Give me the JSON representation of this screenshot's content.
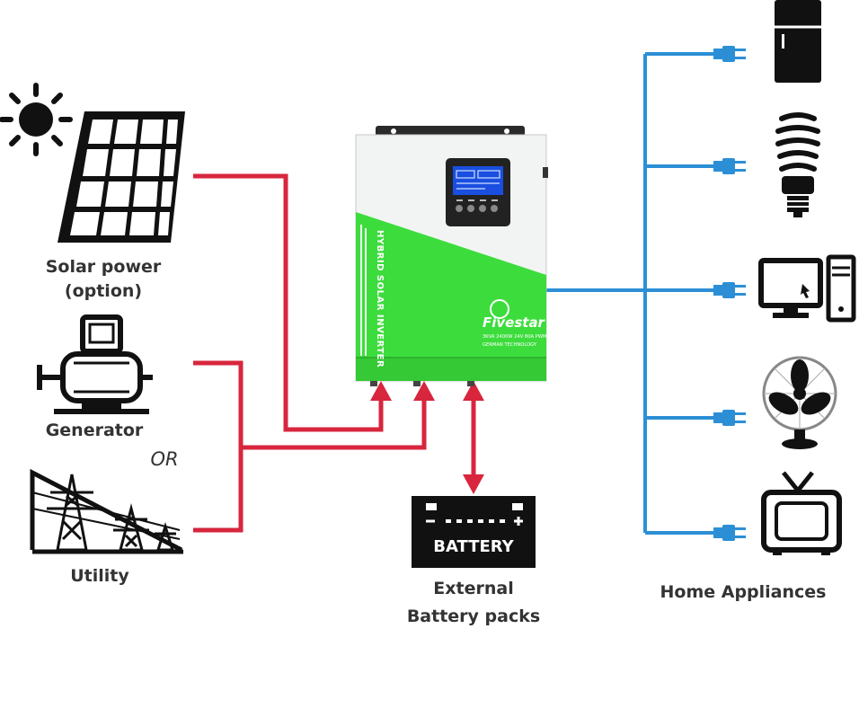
{
  "sources": {
    "solar_label_line1": "Solar power",
    "solar_label_line2": "(option)",
    "generator_label": "Generator",
    "or_label": "OR",
    "utility_label": "Utility"
  },
  "inverter": {
    "side_text": "HYBRID SOLAR INVERTER",
    "brand": "Fivestar",
    "spec_text": "3KVA 2400W 24V 80A PWM",
    "tagline": "GERMAN TECHNOLOGY",
    "colors": {
      "green": "#3ddc3d",
      "body": "#f2f4f3",
      "display": "#1a4ee0"
    }
  },
  "battery": {
    "box_text": "BATTERY",
    "label_line1": "External",
    "label_line2": "Battery packs"
  },
  "appliances": {
    "label": "Home Appliances",
    "items": [
      "refrigerator-icon",
      "cfl-bulb-icon",
      "desktop-computer-icon",
      "fan-icon",
      "tv-icon"
    ]
  },
  "colors": {
    "input_wire": "#d7263d",
    "output_wire": "#2c8fd6",
    "icon": "#111111"
  }
}
